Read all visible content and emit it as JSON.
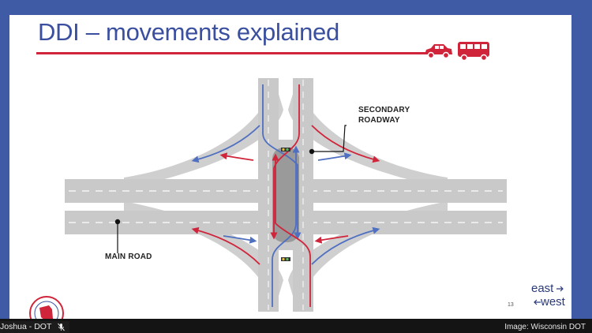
{
  "slide": {
    "title": "DDI – movements explained",
    "callout_secondary_line1": "SECONDARY",
    "callout_secondary_line2": "ROADWAY",
    "callout_main": "MAIN ROAD",
    "page_number": "13",
    "brand_line1": "east",
    "brand_line2": "west",
    "icons": [
      "car-icon",
      "bus-icon",
      "wisconsin-dot-seal-icon",
      "traffic-signal-icon"
    ]
  },
  "call": {
    "participant_name": "Joshua - DOT",
    "mic_status_icon": "mic-muted-icon"
  },
  "credit": "Image: Wisconsin DOT",
  "colors": {
    "frame": "#3f5ba6",
    "title": "#3a4fa0",
    "accent_red": "#d0243b",
    "arrow_blue": "#4f6fc0",
    "road_gray": "#c9c9c9"
  }
}
